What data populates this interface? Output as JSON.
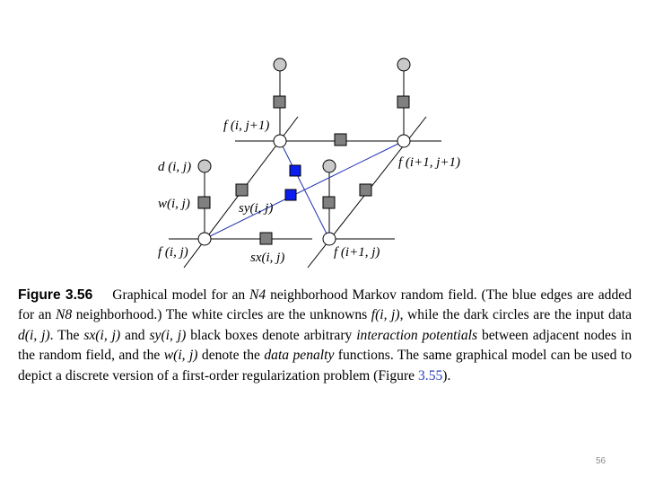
{
  "figure": {
    "node_labels": {
      "f_top": "f (i, j+1)",
      "f_right": "f (i+1, j+1)",
      "d": "d (i, j)",
      "w": "w(i, j)",
      "sy": "sy(i, j)",
      "f_base": "f (i, j)",
      "sx": "sx(i, j)",
      "f_right_base": "f (i+1, j)"
    },
    "colors": {
      "input_node": "#c9c9c9",
      "unknown_node": "#ffffff",
      "potential_box": "#808080",
      "n8_box": "#0a1ef0",
      "n8_edge": "#1d2fb0"
    }
  },
  "caption": {
    "label": "Figure 3.56",
    "p1": "Graphical model for an",
    "n4": "N4",
    "p2": "neighborhood Markov random field. (The blue edges are added for an",
    "n8": "N8",
    "p3": "neighborhood.) The white circles are the unknowns",
    "fij": "f(i, j)",
    "p4": ", while the dark circles are the input data",
    "dij": "d(i, j)",
    "p5": ". The",
    "sx": "sx(i, j)",
    "p6": "and",
    "sy": "sy(i, j)",
    "p7": "black boxes denote arbitrary",
    "interaction": "interaction potentials",
    "p8": "between adjacent nodes in the random field, and the",
    "wij": "w(i, j)",
    "p9": "denote the",
    "data_penalty": "data penalty",
    "p10": "functions. The same graphical model can be used to depict a discrete version of a first-order regularization problem (Figure",
    "fig_ref": "3.55",
    "p11": ")."
  },
  "page_number": "56"
}
